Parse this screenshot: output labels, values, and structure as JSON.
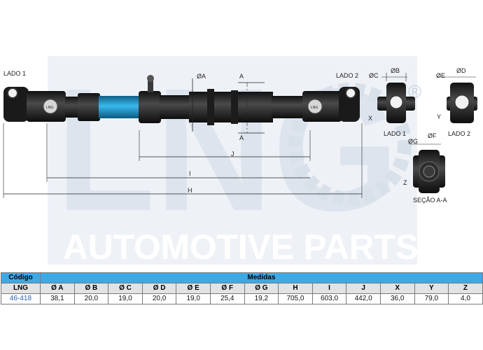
{
  "watermark": {
    "logo_text": "LNG",
    "tagline": "AUTOMOTIVE PARTS",
    "registered_mark": "®",
    "color": "#dfe6f0"
  },
  "labels": {
    "lado1": "LADO 1",
    "lado2": "LADO 2",
    "lado1_small": "LADO 1",
    "lado2_small": "LADO 2",
    "secao": "SEÇÃO A-A",
    "yoke_badge": "LNG",
    "dim_A_top": "ØA",
    "section_A_top": "A",
    "section_A_bottom": "A",
    "dim_J": "J",
    "dim_I": "I",
    "dim_H": "H",
    "dim_B": "ØB",
    "dim_C": "ØC",
    "dim_D": "ØD",
    "dim_E": "ØE",
    "dim_F": "ØF",
    "dim_G": "ØG",
    "letter_X": "X",
    "letter_Y": "Y",
    "letter_Z": "Z"
  },
  "table": {
    "header_code": "Código",
    "header_measures": "Medidas",
    "brand": "LNG",
    "columns": [
      "Ø A",
      "Ø B",
      "Ø C",
      "Ø D",
      "Ø E",
      "Ø F",
      "Ø G",
      "H",
      "I",
      "J",
      "X",
      "Y",
      "Z"
    ],
    "rows": [
      {
        "code": "46-418",
        "values": [
          "38,1",
          "20,0",
          "19,0",
          "20,0",
          "19,0",
          "25,4",
          "19,2",
          "705,0",
          "603,0",
          "442,0",
          "36,0",
          "79,0",
          "4,0"
        ]
      }
    ]
  },
  "colors": {
    "header_blue": "#3da9e6",
    "shaft_blue": "#2aa8de",
    "part_dark": "#262626"
  }
}
